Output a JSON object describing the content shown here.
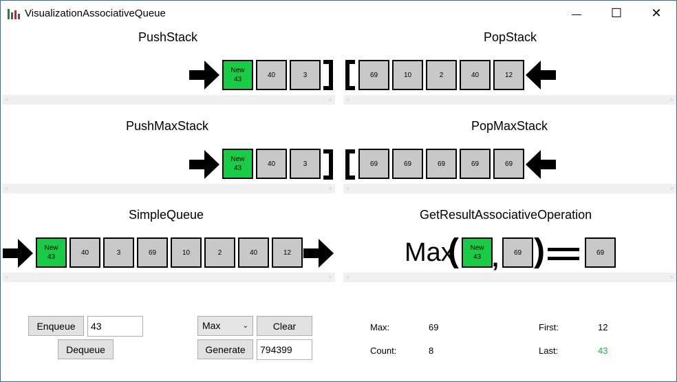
{
  "window": {
    "title": "VisualizationAssociativeQueue",
    "minimize_glyph": "—",
    "maximize_glyph": "☐",
    "close_glyph": "✕"
  },
  "panels": {
    "push_stack": {
      "title": "PushStack",
      "cells": [
        {
          "label": "New",
          "value": "43",
          "is_new": true
        },
        {
          "label": "",
          "value": "40",
          "is_new": false
        },
        {
          "label": "",
          "value": "3",
          "is_new": false
        }
      ]
    },
    "pop_stack": {
      "title": "PopStack",
      "cells": [
        {
          "label": "",
          "value": "69",
          "is_new": false
        },
        {
          "label": "",
          "value": "10",
          "is_new": false
        },
        {
          "label": "",
          "value": "2",
          "is_new": false
        },
        {
          "label": "",
          "value": "40",
          "is_new": false
        },
        {
          "label": "",
          "value": "12",
          "is_new": false
        }
      ]
    },
    "push_max_stack": {
      "title": "PushMaxStack",
      "cells": [
        {
          "label": "New",
          "value": "43",
          "is_new": true
        },
        {
          "label": "",
          "value": "40",
          "is_new": false
        },
        {
          "label": "",
          "value": "3",
          "is_new": false
        }
      ]
    },
    "pop_max_stack": {
      "title": "PopMaxStack",
      "cells": [
        {
          "label": "",
          "value": "69",
          "is_new": false
        },
        {
          "label": "",
          "value": "69",
          "is_new": false
        },
        {
          "label": "",
          "value": "69",
          "is_new": false
        },
        {
          "label": "",
          "value": "69",
          "is_new": false
        },
        {
          "label": "",
          "value": "69",
          "is_new": false
        }
      ]
    },
    "simple_queue": {
      "title": "SimpleQueue",
      "cells": [
        {
          "label": "New",
          "value": "43",
          "is_new": true
        },
        {
          "label": "",
          "value": "40",
          "is_new": false
        },
        {
          "label": "",
          "value": "3",
          "is_new": false
        },
        {
          "label": "",
          "value": "69",
          "is_new": false
        },
        {
          "label": "",
          "value": "10",
          "is_new": false
        },
        {
          "label": "",
          "value": "2",
          "is_new": false
        },
        {
          "label": "",
          "value": "40",
          "is_new": false
        },
        {
          "label": "",
          "value": "12",
          "is_new": false
        }
      ]
    },
    "result_operation": {
      "title": "GetResultAssociativeOperation",
      "operation": "Max",
      "open_paren": "(",
      "close_paren": ")",
      "comma": ",",
      "arg1": {
        "label": "New",
        "value": "43",
        "is_new": true
      },
      "arg2": {
        "label": "",
        "value": "69",
        "is_new": false
      },
      "result": {
        "label": "",
        "value": "69",
        "is_new": false
      }
    }
  },
  "controls": {
    "enqueue_label": "Enqueue",
    "enqueue_value": "43",
    "dequeue_label": "Dequeue",
    "operation_selected": "Max",
    "clear_label": "Clear",
    "generate_label": "Generate",
    "generate_value": "794399"
  },
  "stats": {
    "max_label": "Max:",
    "max_value": "69",
    "count_label": "Count:",
    "count_value": "8",
    "first_label": "First:",
    "first_value": "12",
    "last_label": "Last:",
    "last_value": "43"
  },
  "colors": {
    "new_cell": "#19cc45",
    "normal_cell": "#c8c8c8",
    "last_value": "#19b83a"
  }
}
